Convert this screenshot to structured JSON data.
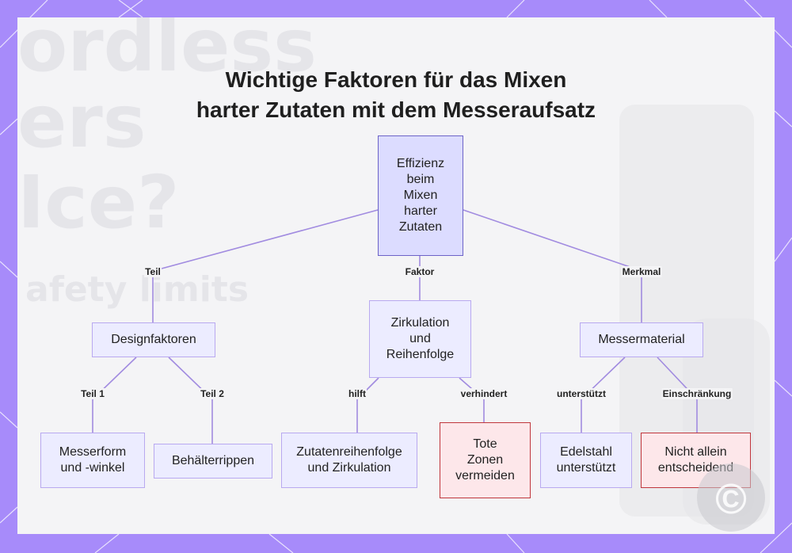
{
  "title": {
    "line1": "Wichtige Faktoren für das Mixen",
    "line2": "harter Zutaten mit dem Messeraufsatz"
  },
  "background_text": {
    "l1": "ordless",
    "l2": "ers",
    "l3": "Ice?",
    "l4": "afety limits"
  },
  "nodes": {
    "root": [
      "Effizienz",
      "beim",
      "Mixen",
      "harter",
      "Zutaten"
    ],
    "design": [
      "Designfaktoren"
    ],
    "zirk": [
      "Zirkulation",
      "und",
      "Reihenfolge"
    ],
    "messermat": [
      "Messermaterial"
    ],
    "messerform": [
      "Messerform",
      "und -winkel"
    ],
    "behaelter": [
      "Behälterrippen"
    ],
    "zutaten": [
      "Zutatenreihenfolge",
      "und Zirkulation"
    ],
    "tote": [
      "Tote",
      "Zonen",
      "vermeiden"
    ],
    "edelstahl": [
      "Edelstahl",
      "unterstützt"
    ],
    "nicht": [
      "Nicht allein",
      "entscheidend"
    ]
  },
  "edge_labels": {
    "teil": "Teil",
    "faktor": "Faktor",
    "merkmal": "Merkmal",
    "teil1": "Teil 1",
    "teil2": "Teil 2",
    "hilft": "hilft",
    "verhindert": "verhindert",
    "unterstuetzt": "unterstützt",
    "einschraenkung": "Einschränkung"
  },
  "colors": {
    "frame": "#a78bfa",
    "edge": "#a18be0",
    "node_fill": "#ececff",
    "root_fill": "#dcdcff",
    "root_border": "#6c63c7",
    "warn_fill": "#fde7ea",
    "warn_border": "#c0363c"
  },
  "watermark_icon": "copyright-icon"
}
